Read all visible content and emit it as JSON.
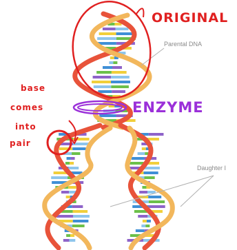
{
  "labels": {
    "parental": "Parental DNA",
    "daughter": "Daughter I"
  },
  "annotations": {
    "original": "ORIGINAL",
    "enzyme": "ENZYME",
    "base_line1": "base",
    "base_line2": "comes",
    "base_line3": "into",
    "base_line4": "pair"
  },
  "colors": {
    "annotation_red": "#e02020",
    "annotation_purple": "#9b30d9",
    "backbone_red": "#e8533a",
    "backbone_orange": "#f2b75c",
    "base_blue": "#3f8fd6",
    "base_green": "#6cc04a",
    "base_purple": "#8e63c9",
    "base_yellow": "#f1cf3b",
    "base_lightblue": "#8ec5ec"
  }
}
